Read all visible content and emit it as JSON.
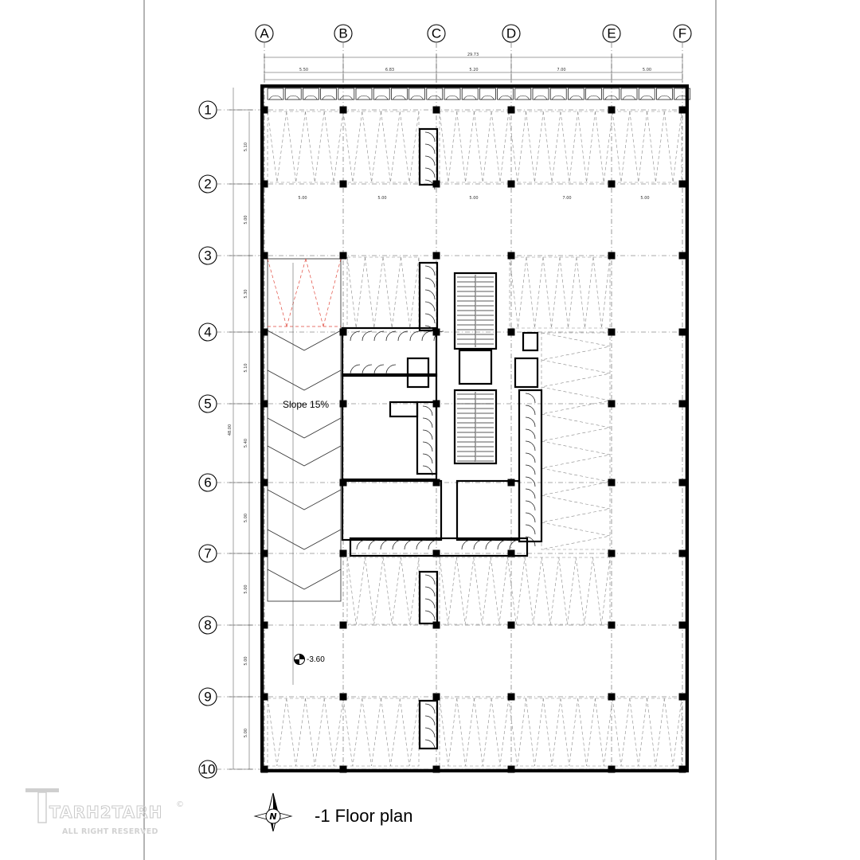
{
  "title": "-1 Floor plan",
  "north_label": "N",
  "level_mark": "-3.60",
  "ramp_label": "Slope 15%",
  "grid_columns": [
    "A",
    "B",
    "C",
    "D",
    "E",
    "F"
  ],
  "grid_rows": [
    "1",
    "2",
    "3",
    "4",
    "5",
    "6",
    "7",
    "8",
    "9",
    "10"
  ],
  "overall_width": "29.73",
  "column_spacing": [
    "5.50",
    "6.83",
    "5.20",
    "7.00",
    "5.00"
  ],
  "row_spacing": [
    "5.10",
    "5.00",
    "5.30",
    "5.10",
    "5.40",
    "5.00",
    "5.00",
    "5.00",
    "5.00"
  ],
  "overall_depth": "48.00",
  "stall_dims": [
    "5.00",
    "5.00",
    "5.00",
    "7.00",
    "5.00"
  ],
  "watermark": {
    "brand": "TARH2TARH",
    "rights": "ALL RIGHT RESERVED",
    "copyright": "©"
  }
}
